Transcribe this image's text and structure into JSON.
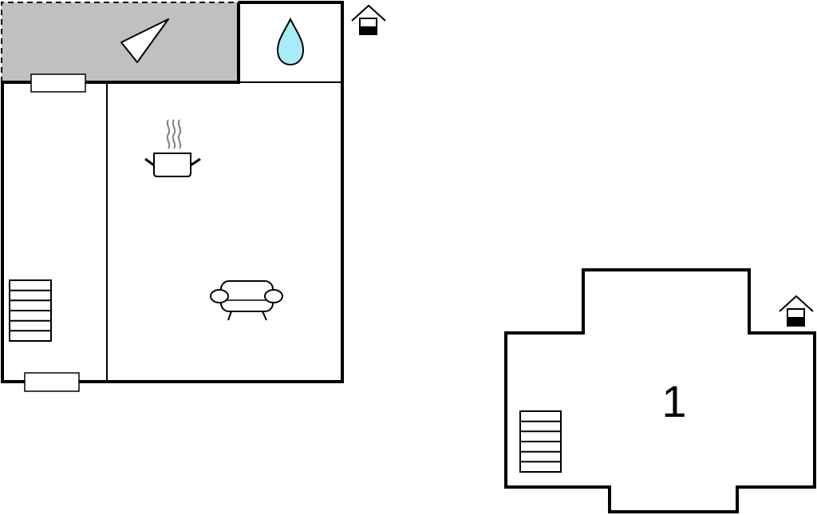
{
  "floor_plans": [
    {
      "rooms": [
        {
          "kind": "terrace",
          "icon": "terrace-icon"
        },
        {
          "kind": "bathroom",
          "icon": "water-drop-icon"
        },
        {
          "kind": "hallway",
          "icon": "stairs-icon"
        },
        {
          "kind": "kitchen-living",
          "icons": [
            "cooking-pot-icon",
            "sofa-icon"
          ]
        }
      ],
      "entrance_icon": "entrance-house-icon"
    },
    {
      "rooms": [
        {
          "kind": "bedroom",
          "label": "1",
          "icon": "stairs-icon"
        }
      ],
      "entrance_icon": "entrance-house-icon"
    }
  ],
  "colors": {
    "wall": "#000000",
    "terrace_fill": "#c0c0c0",
    "water_drop": "#a8ecf5",
    "steam": "#808080",
    "background": "#ffffff"
  }
}
